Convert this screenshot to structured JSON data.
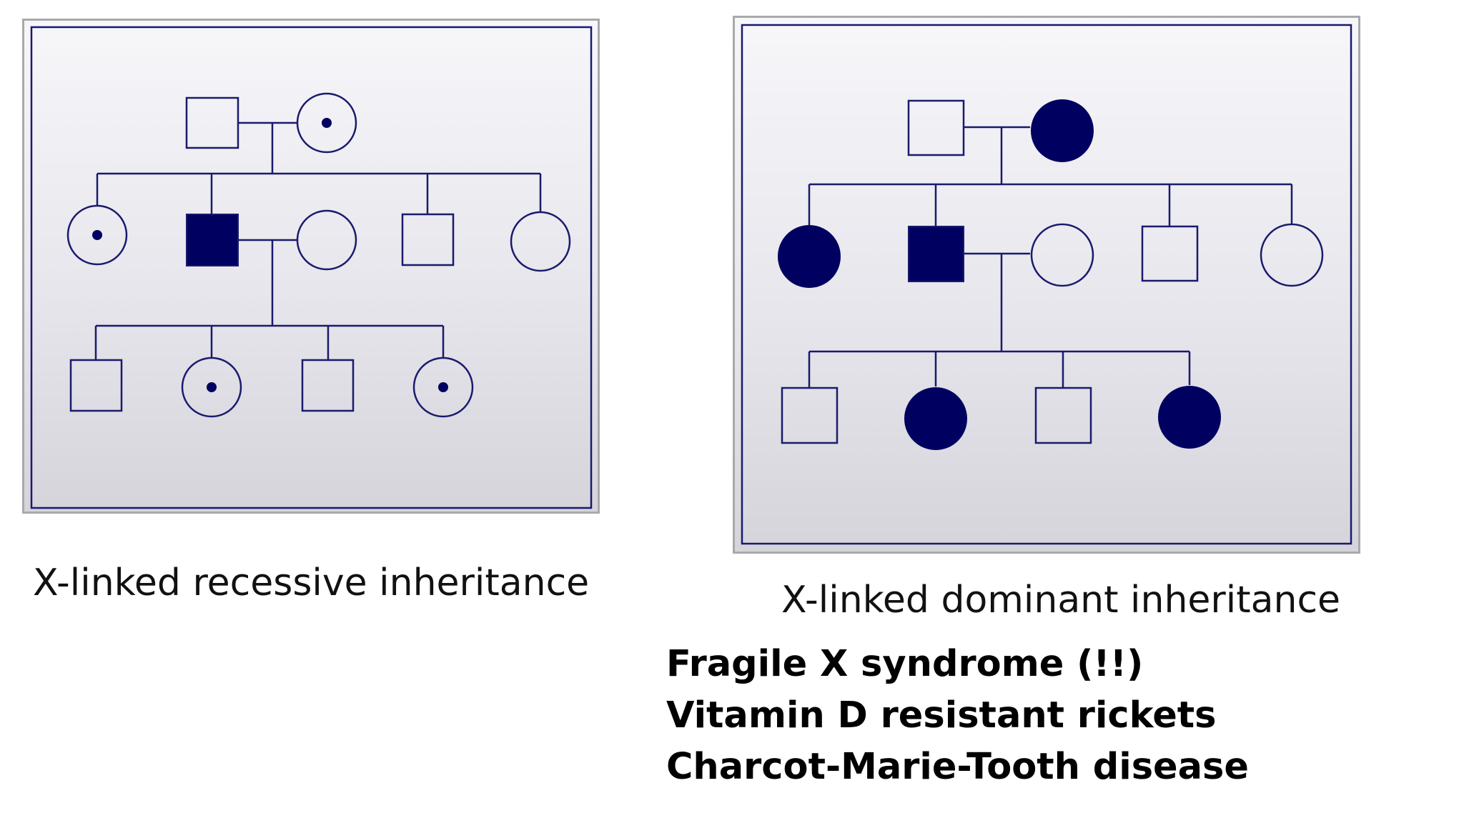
{
  "recessive": {
    "caption": "X-linked recessive inheritance"
  },
  "dominant": {
    "caption": "X-linked dominant inheritance"
  },
  "examples": [
    "Fragile X syndrome (!!)",
    "Vitamin D resistant rickets",
    "Charcot-Marie-Tooth disease"
  ],
  "colors": {
    "line": "#1a1a6e",
    "affected": "#000060",
    "panel_border": "#a9a9ad"
  }
}
